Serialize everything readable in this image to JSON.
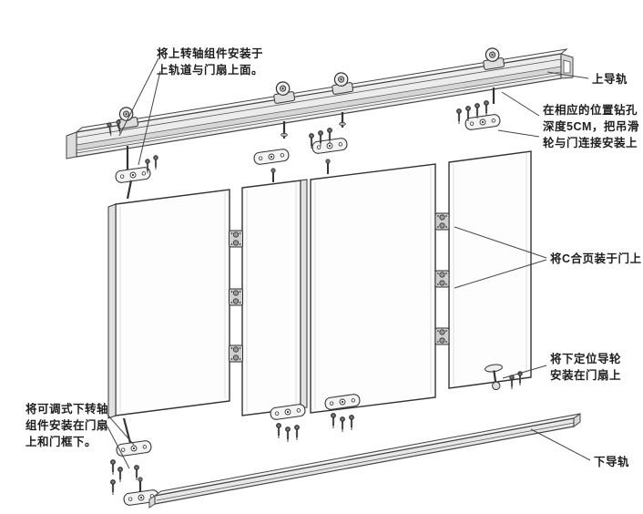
{
  "palette": {
    "line": "#3a3a3a",
    "metal_light": "#ededed",
    "metal_mid": "#d8d8d8",
    "panel_fill": "#fdfdfd"
  },
  "annotations": {
    "upper_pivot": {
      "lines": [
        "将上转轴组件安装于",
        "上轨道与门扇上面。"
      ]
    },
    "upper_rail": {
      "lines": [
        "上导轨"
      ]
    },
    "drill_pulley": {
      "lines": [
        "在相应的位置钻孔",
        "深度5CM，把吊滑",
        "轮与门连接安装上"
      ]
    },
    "c_hinge": {
      "lines": [
        "将C合页装于门上"
      ]
    },
    "lower_guide": {
      "lines": [
        "将下定位导轮",
        "安装在门扇上"
      ]
    },
    "lower_rail": {
      "lines": [
        "下导轨"
      ]
    },
    "lower_pivot": {
      "lines": [
        "将可调式下转轴",
        "组件安装在门扇",
        "上和门框下。"
      ]
    }
  }
}
